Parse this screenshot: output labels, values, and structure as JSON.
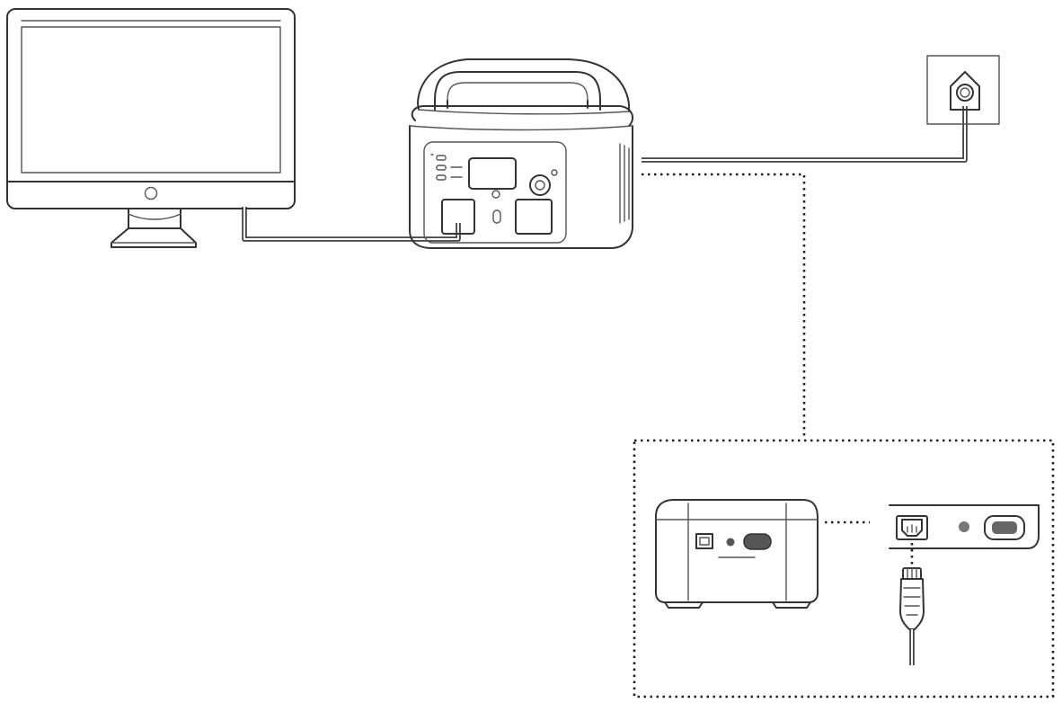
{
  "diagram": {
    "nodes": [
      {
        "id": "monitor",
        "icon": "monitor-icon"
      },
      {
        "id": "power-station",
        "icon": "portable-power-station-icon"
      },
      {
        "id": "wall-outlet",
        "icon": "wall-outlet-icon"
      },
      {
        "id": "inset",
        "children": [
          {
            "id": "power-station-back",
            "icon": "power-station-rear-panel-icon"
          },
          {
            "id": "rear-panel-detail",
            "icon": "ac-inlet-panel-icon"
          },
          {
            "id": "ac-plug",
            "icon": "ac-power-plug-icon"
          }
        ]
      }
    ],
    "edges": [
      {
        "from": "monitor",
        "to": "power-station",
        "style": "cable"
      },
      {
        "from": "power-station",
        "to": "wall-outlet",
        "style": "cable"
      },
      {
        "from": "power-station",
        "to": "inset",
        "style": "dotted"
      },
      {
        "from": "power-station-back",
        "to": "rear-panel-detail",
        "style": "dotted"
      },
      {
        "from": "rear-panel-detail",
        "to": "ac-plug",
        "style": "dotted"
      }
    ]
  }
}
